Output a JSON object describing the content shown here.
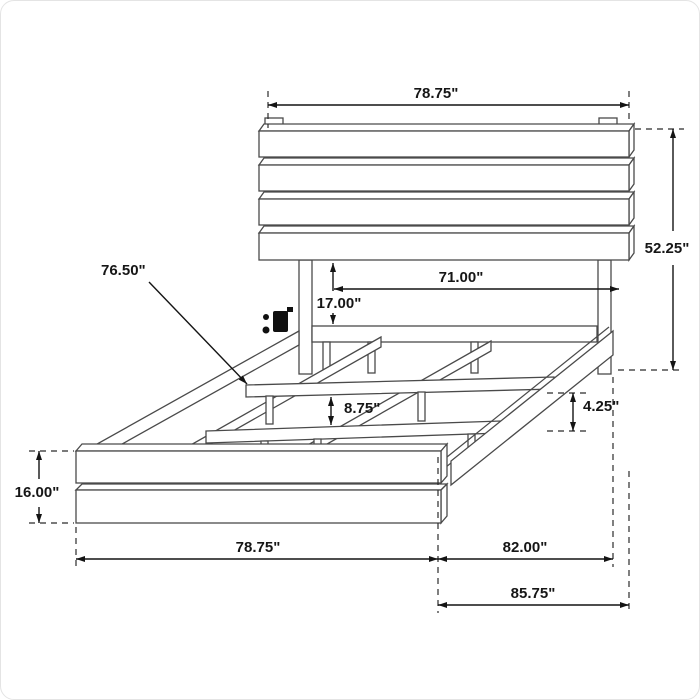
{
  "dims": {
    "headboard_width": "78.75\"",
    "overall_height": "52.25\"",
    "inner_width": "71.00\"",
    "headboard_drop": "17.00\"",
    "rail_length": "76.50\"",
    "slat_gap": "8.75\"",
    "rail_height": "4.25\"",
    "footboard_height": "16.00\"",
    "footboard_width": "78.75\"",
    "frame_length": "82.00\"",
    "overall_length": "85.75\""
  },
  "colors": {
    "line": "#141414",
    "wood_outline": "#4a4a4a",
    "background": "#ffffff"
  }
}
